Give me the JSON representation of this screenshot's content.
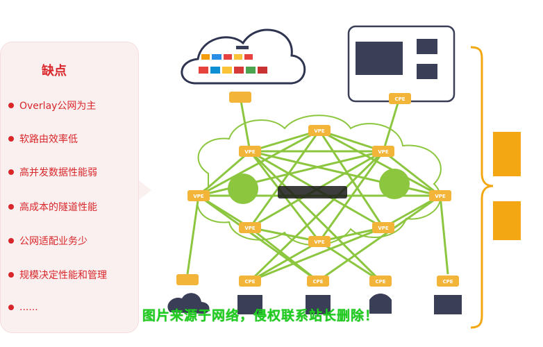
{
  "panel": {
    "title": "缺点",
    "items": [
      "Overlay公网为主",
      "软路由效率低",
      "高并发数据性能弱",
      "高成本的隧道性能",
      "公网适配业务少",
      "规模决定性能和管理",
      "......"
    ]
  },
  "nodes": {
    "vpe": "VPE",
    "cpe": "CPE"
  },
  "watermark": "图片来源于网络，侵权联系站长删除！",
  "colors": {
    "accent_red": "#d8262a",
    "link_green": "#8cc63f",
    "node_yellow": "#f3b43a",
    "bracket_orange": "#f3a712",
    "dark_box": "#3a3f57"
  }
}
